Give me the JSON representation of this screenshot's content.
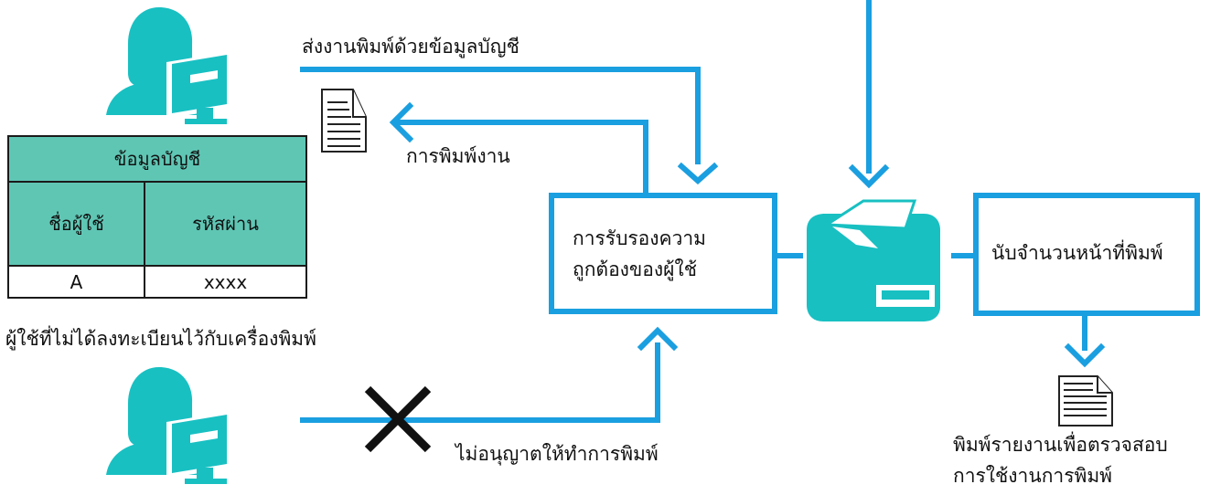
{
  "colors": {
    "flow": "#1a9fe0",
    "person": "#18c0c2",
    "header_fill": "#5fc6b4",
    "cross": "#111111"
  },
  "account_table": {
    "title": "ข้อมูลบัญชี",
    "col_username": "ชื่อผู้ใช้",
    "col_password": "รหัสผ่าน",
    "row_username": "A",
    "row_password": "xxxx"
  },
  "labels": {
    "send_job": "ส่งงานพิมพ์ด้วยข้อมูลบัญชี",
    "print_job": "การพิมพ์งาน",
    "unregistered_user": "ผู้ใช้ที่ไม่ได้ลงทะเบียนไว้กับเครื่องพิมพ์",
    "not_allowed": "ไม่อนุญาตให้ทำการพิมพ์",
    "report_line1": "พิมพ์รายงานเพื่อตรวจสอบ",
    "report_line2": "การใช้งานการพิมพ์"
  },
  "boxes": {
    "auth_line1": "การรับรองความ",
    "auth_line2": "ถูกต้องของผู้ใช้",
    "count_pages": "นับจำนวนหน้าที่พิมพ์"
  },
  "icons": [
    "registered-user-icon",
    "unregistered-user-icon",
    "document-icon",
    "printer-icon",
    "report-icon",
    "cross-icon"
  ]
}
